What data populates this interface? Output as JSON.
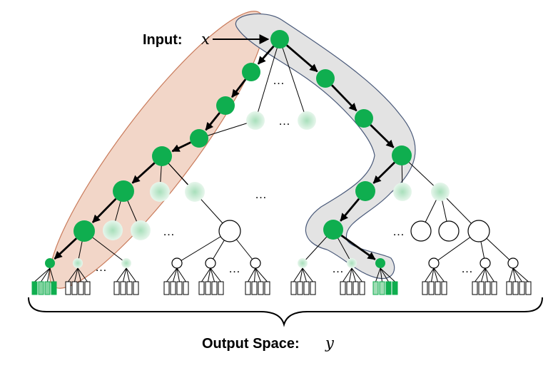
{
  "labels": {
    "input_prefix": "Input:",
    "input_var": "x",
    "output_prefix": "Output Space:",
    "output_var": "y"
  },
  "ellipsis": "…",
  "colors": {
    "node_green": "#0fae4f",
    "node_faded_center": "#a8dfbb",
    "node_faded_edge": "#def3e5",
    "orange_band_fill": "#f2d6c8",
    "orange_band_stroke": "#c97b5b",
    "gray_band_fill": "#e3e3e3",
    "gray_band_stroke": "#4a5a7a",
    "edge": "#000000"
  }
}
